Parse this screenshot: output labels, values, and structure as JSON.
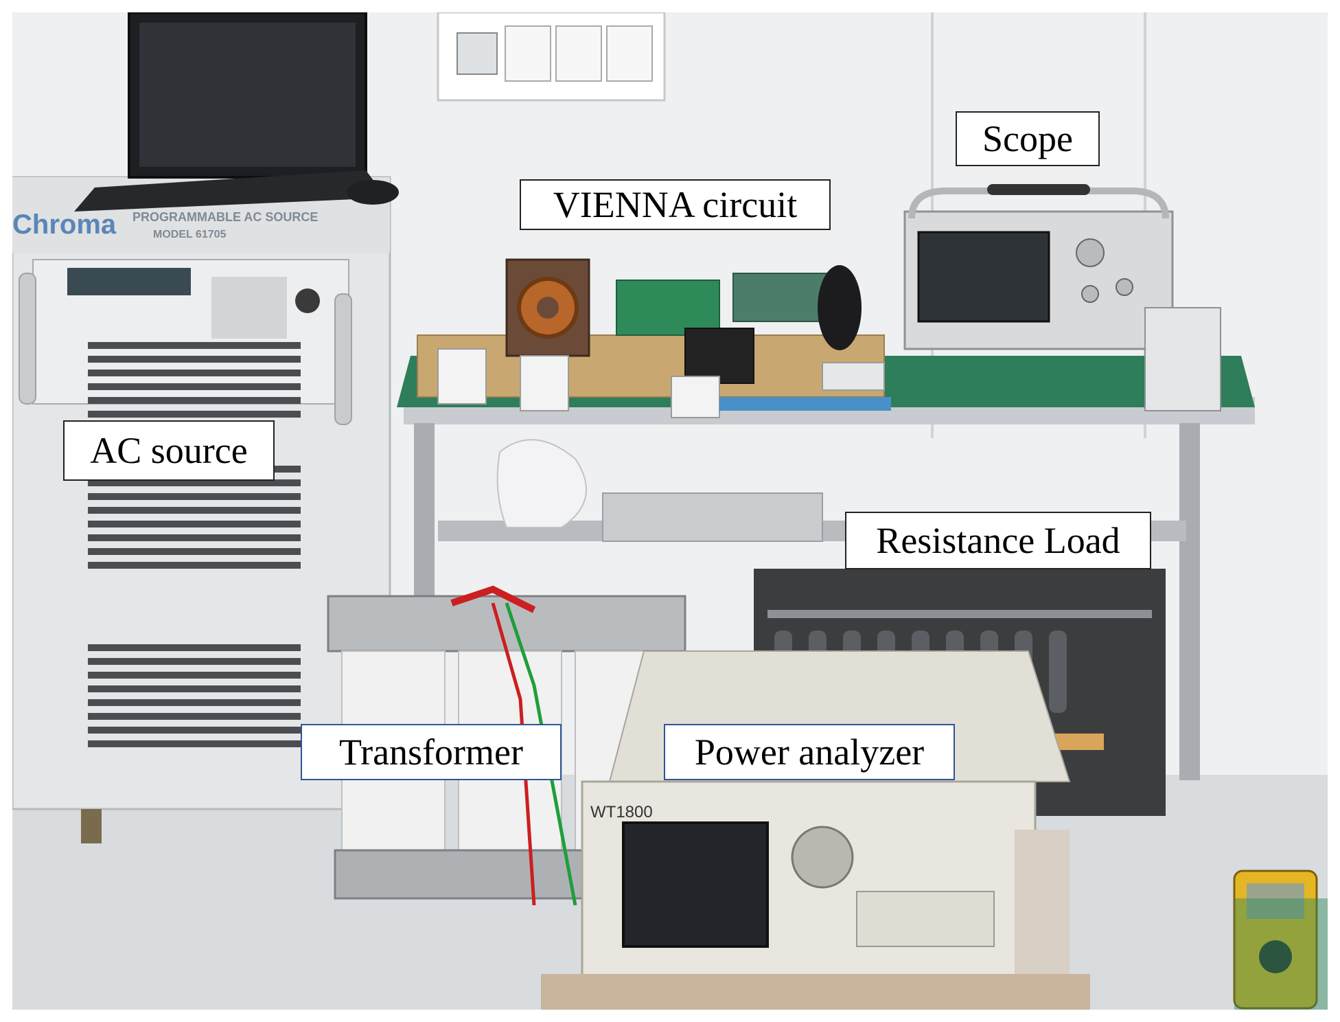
{
  "labels": {
    "scope": "Scope",
    "vienna_circuit": "VIENNA circuit",
    "ac_source": "AC source",
    "resistance_load": "Resistance Load",
    "transformer": "Transformer",
    "power_analyzer": "Power analyzer"
  },
  "device_text": {
    "chroma_brand": "Chroma",
    "ac_source_panel": "PROGRAMMABLE AC SOURCE",
    "ac_source_model": "MODEL 61705",
    "analyzer_model": "WT1800"
  },
  "colors": {
    "label_border_dark": "#222222",
    "label_border_blue": "#2f5597",
    "bench_top": "#2e7d5b",
    "wall": "#eef0f1"
  }
}
